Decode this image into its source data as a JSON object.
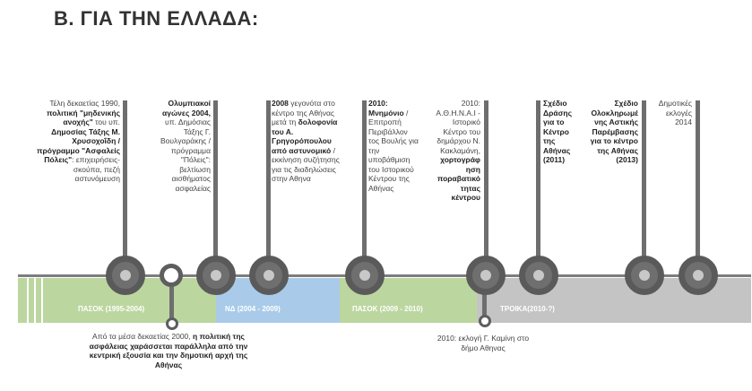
{
  "title": "Β. ΓΙΑ ΤΗΝ ΕΛΛΑΔΑ:",
  "periods": [
    {
      "label": "ΠΑΣΟΚ (1995-2004)",
      "color": "#bcd6a0"
    },
    {
      "label": "ΝΔ (2004 - 2009)",
      "color": "#a9cbe9"
    },
    {
      "label": "ΠΑΣΟΚ (2009 - 2010)",
      "color": "#bcd6a0"
    },
    {
      "label": "ΤΡΟΙΚΑ(2010-?)",
      "color": "#c4c4c4"
    }
  ],
  "events_top": [
    {
      "pre": "Τέλη δεκαετίας 1990, ",
      "bold": "πολιτική \"μηδενικής ανοχής\"",
      "mid": " του υπ. ",
      "bold2": "Δημοσίας Τάξης Μ. Χρυσοχοΐδη / πρόγραμμο \"Ασφαλείς Πόλεις\"",
      "post": ": επιχειρήσεις-σκούπα, πεζή αστυνόμευση"
    },
    {
      "pre": "",
      "bold": "Ολυμπιακοί αγώνες 2004,",
      "mid": " υπ. Δημόσιας Τάξης Γ. Βουλγαράκης / πρόγραμμα \"Πόλεις\": βελτίωση αισθήματος ασφαλείας",
      "bold2": "",
      "post": ""
    },
    {
      "pre": "",
      "bold": "2008",
      "mid": " γεγονότα στο κέντρο της Αθήνας μετά τη ",
      "bold2": "δολοφονία του Α. Γρηγορόπουλου από αστυνομικό",
      "post": " / εκκίνηση συζήτησης για τις διαδηλώσεις στην Αθηνα"
    },
    {
      "pre": "",
      "bold": "2010: Μνημόνιο",
      "mid": " / Επιτροπή Περιβάλλον τος Βουλής για την υποβάθμιση του Ιστορικού Κέντρου της Αθήνας",
      "bold2": "",
      "post": ""
    },
    {
      "pre": "2010: Α.Θ.Η.Ν.Α.Ι - Ιστορικό Κέντρο του δημάρχου Ν. Κακλαμάνη, ",
      "bold": "χορτογράφ ηση ποραβατικό τητας κέντρου",
      "mid": "",
      "bold2": "",
      "post": ""
    },
    {
      "pre": "",
      "bold": "Σχέδιο Δράσης για το Κέντρο της Αθήνας (2011)",
      "mid": "",
      "bold2": "",
      "post": ""
    },
    {
      "pre": "",
      "bold": "Σχέδιο Ολοκληρωμέ νης Αστικής Παρέμβασης για το κέντρο της Αθήνας (2013)",
      "mid": "",
      "bold2": "",
      "post": ""
    },
    {
      "pre": "Δημοτικές εκλογές 2014",
      "bold": "",
      "mid": "",
      "bold2": "",
      "post": ""
    }
  ],
  "events_bottom": [
    {
      "pre": "Από τα μέσα δεκαετίας 2000, ",
      "bold": "η πολιτική της ασφάλειας χαράσσεται παράλληλα από την κεντρική εξουσία και την δημοτική αρχή της Αθήνας",
      "post": ""
    },
    {
      "pre": "2010: εκλογή Γ. Καμίνη στο δήμο Αθηνας",
      "bold": "",
      "post": ""
    }
  ]
}
